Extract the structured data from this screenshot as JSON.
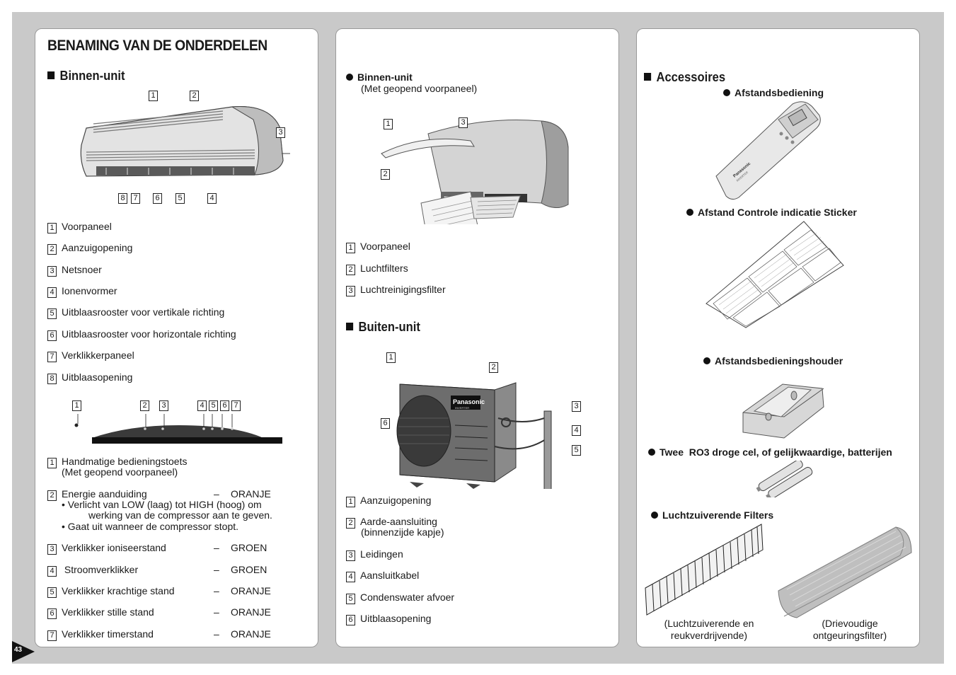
{
  "page_number": "43",
  "left": {
    "title": "BENAMING VAN DE ONDERDELEN",
    "section": "Binnen-unit",
    "indoor_callouts": [
      "1",
      "2",
      "3",
      "8",
      "7",
      "6",
      "5",
      "4"
    ],
    "parts": [
      {
        "n": "1",
        "label": "Voorpaneel"
      },
      {
        "n": "2",
        "label": "Aanzuigopening"
      },
      {
        "n": "3",
        "label": "Netsnoer"
      },
      {
        "n": "4",
        "label": "Ionenvormer"
      },
      {
        "n": "5",
        "label": "Uitblaasrooster voor vertikale richting"
      },
      {
        "n": "6",
        "label": "Uitblaasrooster voor horizontale richting"
      },
      {
        "n": "7",
        "label": "Verklikkerpaneel"
      },
      {
        "n": "8",
        "label": "Uitblaasopening"
      }
    ],
    "panel_callouts": [
      "1",
      "2",
      "3",
      "4",
      "5",
      "6",
      "7"
    ],
    "indicators": [
      {
        "n": "1",
        "label": "Handmatige bedieningstoets",
        "line2": "(Met geopend voorpaneel)",
        "dash": "",
        "color": ""
      },
      {
        "n": "2",
        "label": "Energie aanduiding",
        "dash": "–",
        "color": "ORANJE",
        "bullets": [
          "Verlicht van LOW (laag) tot HIGH (hoog) om",
          "werking van de compressor aan te geven.",
          "Gaat uit wanneer de compressor stopt."
        ]
      },
      {
        "n": "3",
        "label": "Verklikker ioniseerstand",
        "dash": "–",
        "color": "GROEN"
      },
      {
        "n": "4",
        "label": " Stroomverklikker",
        "dash": "–",
        "color": "GROEN"
      },
      {
        "n": "5",
        "label": "Verklikker krachtige stand",
        "dash": "–",
        "color": "ORANJE"
      },
      {
        "n": "6",
        "label": "Verklikker stille stand",
        "dash": "–",
        "color": "ORANJE"
      },
      {
        "n": "7",
        "label": "Verklikker timerstand",
        "dash": "–",
        "color": "ORANJE"
      }
    ]
  },
  "middle": {
    "open_title": "Binnen-unit",
    "open_sub": "(Met geopend voorpaneel)",
    "open_parts": [
      {
        "n": "1",
        "label": "Voorpaneel"
      },
      {
        "n": "2",
        "label": "Luchtfilters"
      },
      {
        "n": "3",
        "label": "Luchtreinigingsfilter"
      }
    ],
    "outdoor_section": "Buiten-unit",
    "brand": "Panasonic",
    "brand_sub": "INVERTER",
    "outdoor_parts": [
      {
        "n": "1",
        "label": "Aanzuigopening"
      },
      {
        "n": "2",
        "label": "Aarde-aansluiting",
        "line2": "(binnenzijde kapje)"
      },
      {
        "n": "3",
        "label": "Leidingen"
      },
      {
        "n": "4",
        "label": "Aansluitkabel"
      },
      {
        "n": "5",
        "label": "Condenswater afvoer"
      },
      {
        "n": "6",
        "label": "Uitblaasopening"
      }
    ]
  },
  "right": {
    "section": "Accessoires",
    "remote": "Afstandsbediening",
    "remote_brand": "Panasonic",
    "remote_sub": "INVERTER",
    "sticker": "Afstand Controle indicatie Sticker",
    "holder": "Afstandsbedieningshouder",
    "batteries": "Twee  RO3 droge cel, of gelijkwaardige, batterijen",
    "filters": "Luchtzuiverende Filters",
    "filter_caption_1": [
      "(Luchtzuiverende en",
      "reukverdrijvende)"
    ],
    "filter_caption_2": [
      "(Drievoudige",
      "ontgeuringsfilter)"
    ]
  }
}
